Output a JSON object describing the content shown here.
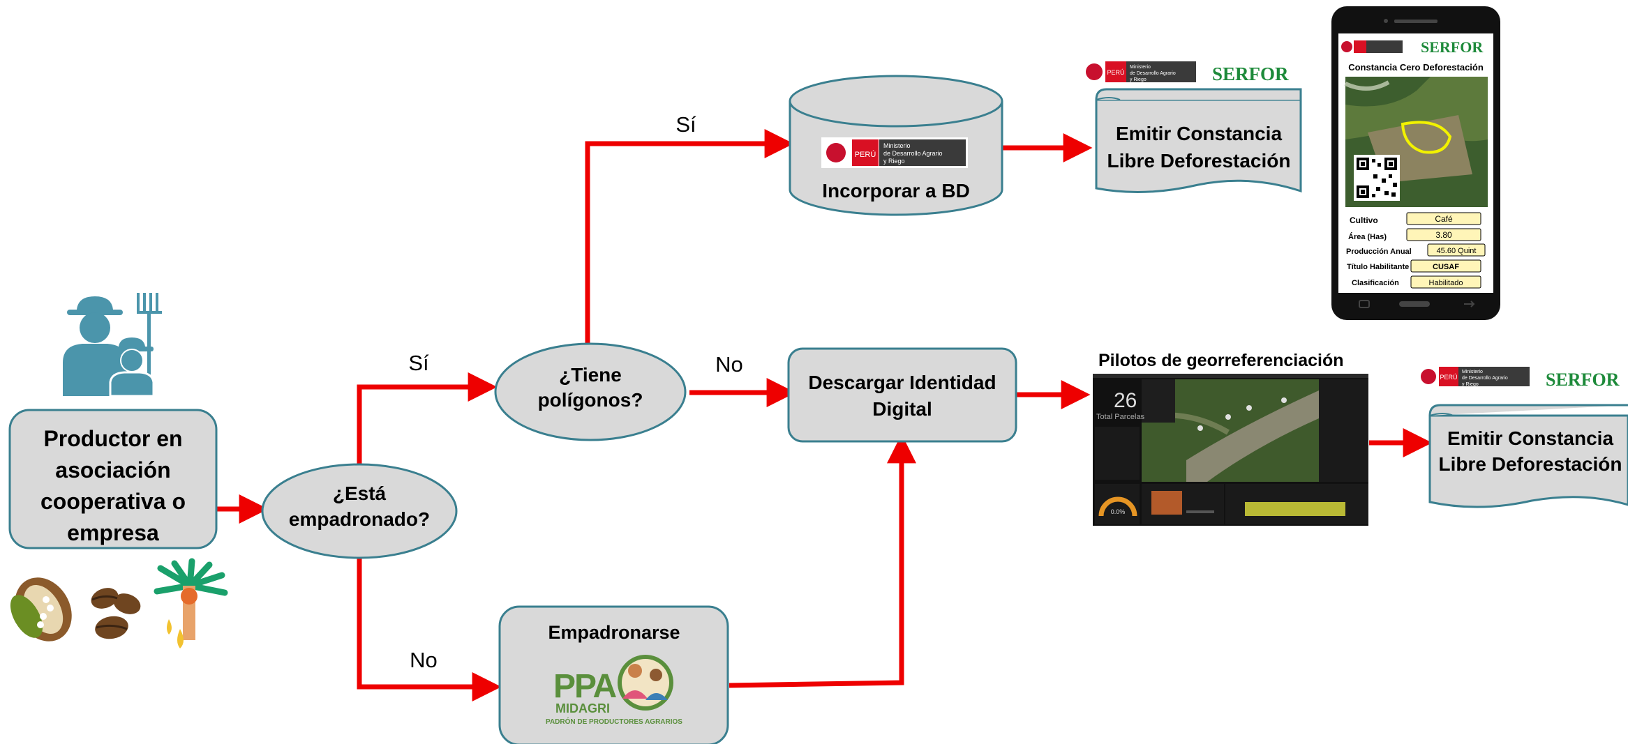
{
  "nodes": {
    "productor": "Productor en asociación cooperativa o empresa",
    "productor_lines": [
      "Productor en",
      "asociación",
      "cooperativa o",
      "empresa"
    ],
    "empadronado_lines": [
      "¿Está",
      "empadronado?"
    ],
    "poligonos_lines": [
      "¿Tiene",
      "polígonos?"
    ],
    "incorporar": "Incorporar a BD",
    "descargar_lines": [
      "Descargar Identidad",
      "Digital"
    ],
    "empadronarse": "Empadronarse",
    "emitir_top_lines": [
      "Emitir Constancia",
      "Libre Deforestación"
    ],
    "emitir_right_lines": [
      "Emitir Constancia",
      "Libre Deforestación"
    ],
    "pilotos_title": "Pilotos de georreferenciación"
  },
  "edges": {
    "si_top": "Sí",
    "si_mid": "Sí",
    "no_mid": "No",
    "no_bottom": "No"
  },
  "logos": {
    "peru": "PERÚ",
    "ministerio_lines": [
      "Ministerio",
      "de Desarrollo Agrario",
      "y Riego"
    ],
    "serfor": "SERFOR",
    "ppa": "PPA",
    "midagri": "MIDAGRI",
    "padron": "PADRÓN DE PRODUCTORES AGRARIOS"
  },
  "phone": {
    "title": "Constancia Cero Deforestación",
    "rows": [
      {
        "label": "Cultivo",
        "value": "Café"
      },
      {
        "label": "Área (Has)",
        "value": "3.80"
      },
      {
        "label": "Producción Anual",
        "value": "45.60 Quint"
      },
      {
        "label": "Título Habilitante",
        "value": "CUSAF"
      },
      {
        "label": "Clasificación",
        "value": "Habilitado"
      }
    ]
  },
  "dashboard": {
    "count": "26",
    "count_label": "Total Parcelas",
    "gauge_value": "0.0%"
  },
  "colors": {
    "arrow": "#ee0000",
    "node_fill": "#d9d9d9",
    "node_border": "#3a7f8f",
    "farmer_icon": "#4b95ab"
  }
}
